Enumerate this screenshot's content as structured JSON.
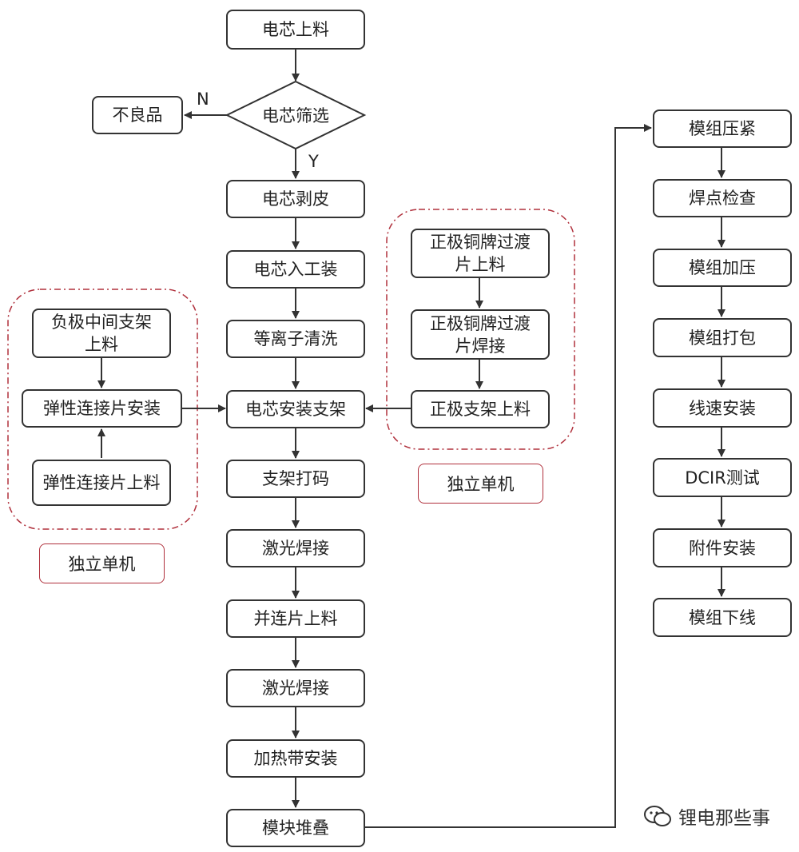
{
  "main": {
    "feed": "电芯上料",
    "screen": "电芯筛选",
    "reject": "不良品",
    "label_n": "N",
    "label_y": "Y",
    "peel": "电芯剥皮",
    "insert": "电芯入工装",
    "plasma": "等离子清洗",
    "mount": "电芯安装支架",
    "code": "支架打码",
    "weld1": "激光焊接",
    "bus": "并连片上料",
    "weld2": "激光焊接",
    "heater": "加热带安装",
    "stack": "模块堆叠"
  },
  "left_group": {
    "neg_bracket": "负极中间支架\n上料",
    "elastic_install": "弹性连接片安装",
    "elastic_feed": "弹性连接片上料",
    "tag": "独立单机"
  },
  "right_group": {
    "pos_feed": "正极铜牌过渡\n片上料",
    "pos_weld": "正极铜牌过渡\n片焊接",
    "pos_bracket": "正极支架上料",
    "tag": "独立单机"
  },
  "module": {
    "press": "模组压紧",
    "inspect": "焊点检查",
    "pressurize": "模组加压",
    "pack": "模组打包",
    "harness": "线速安装",
    "dcir": "DCIR测试",
    "accessory": "附件安装",
    "offline": "模组下线"
  },
  "watermark": "锂电那些事",
  "colors": {
    "stroke": "#333333",
    "group_border": "#b0303c"
  }
}
